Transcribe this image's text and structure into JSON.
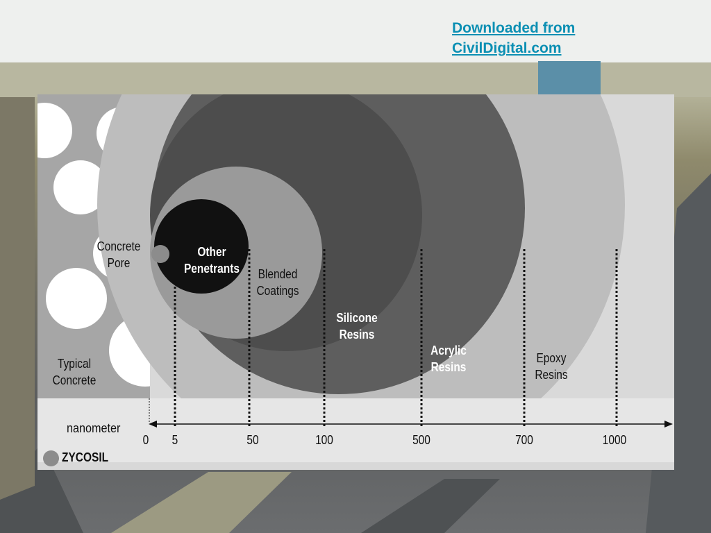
{
  "watermark": {
    "line1": "Downloaded from",
    "line2": "CivilDigital.com"
  },
  "concrete": {
    "pore_label_1": "Concrete",
    "pore_label_2": "Pore",
    "typical_1": "Typical",
    "typical_2": "Concrete"
  },
  "zones": {
    "other_1": "Other",
    "other_2": "Penetrants",
    "blended_1": "Blended",
    "blended_2": "Coatings",
    "silicone_1": "Silicone",
    "silicone_2": "Resins",
    "acrylic_1": "Acrylic",
    "acrylic_2": "Resins",
    "epoxy_1": "Epoxy",
    "epoxy_2": "Resins"
  },
  "axis": {
    "title": "nanometer",
    "ticks": [
      "0",
      "5",
      "50",
      "100",
      "500",
      "700",
      "1000"
    ]
  },
  "legend": {
    "label": "ZYCOSIL"
  },
  "colors": {
    "watermark": "#0b8fb3",
    "figure_bg": "#d9d9d9",
    "epoxy": "#bdbdbd",
    "acrylic": "#5e5e5e",
    "silicone": "#4d4d4d",
    "blended": "#9a9a9a",
    "other": "#111111",
    "zycosil": "#8c8c8c",
    "pores": "#ffffff"
  }
}
